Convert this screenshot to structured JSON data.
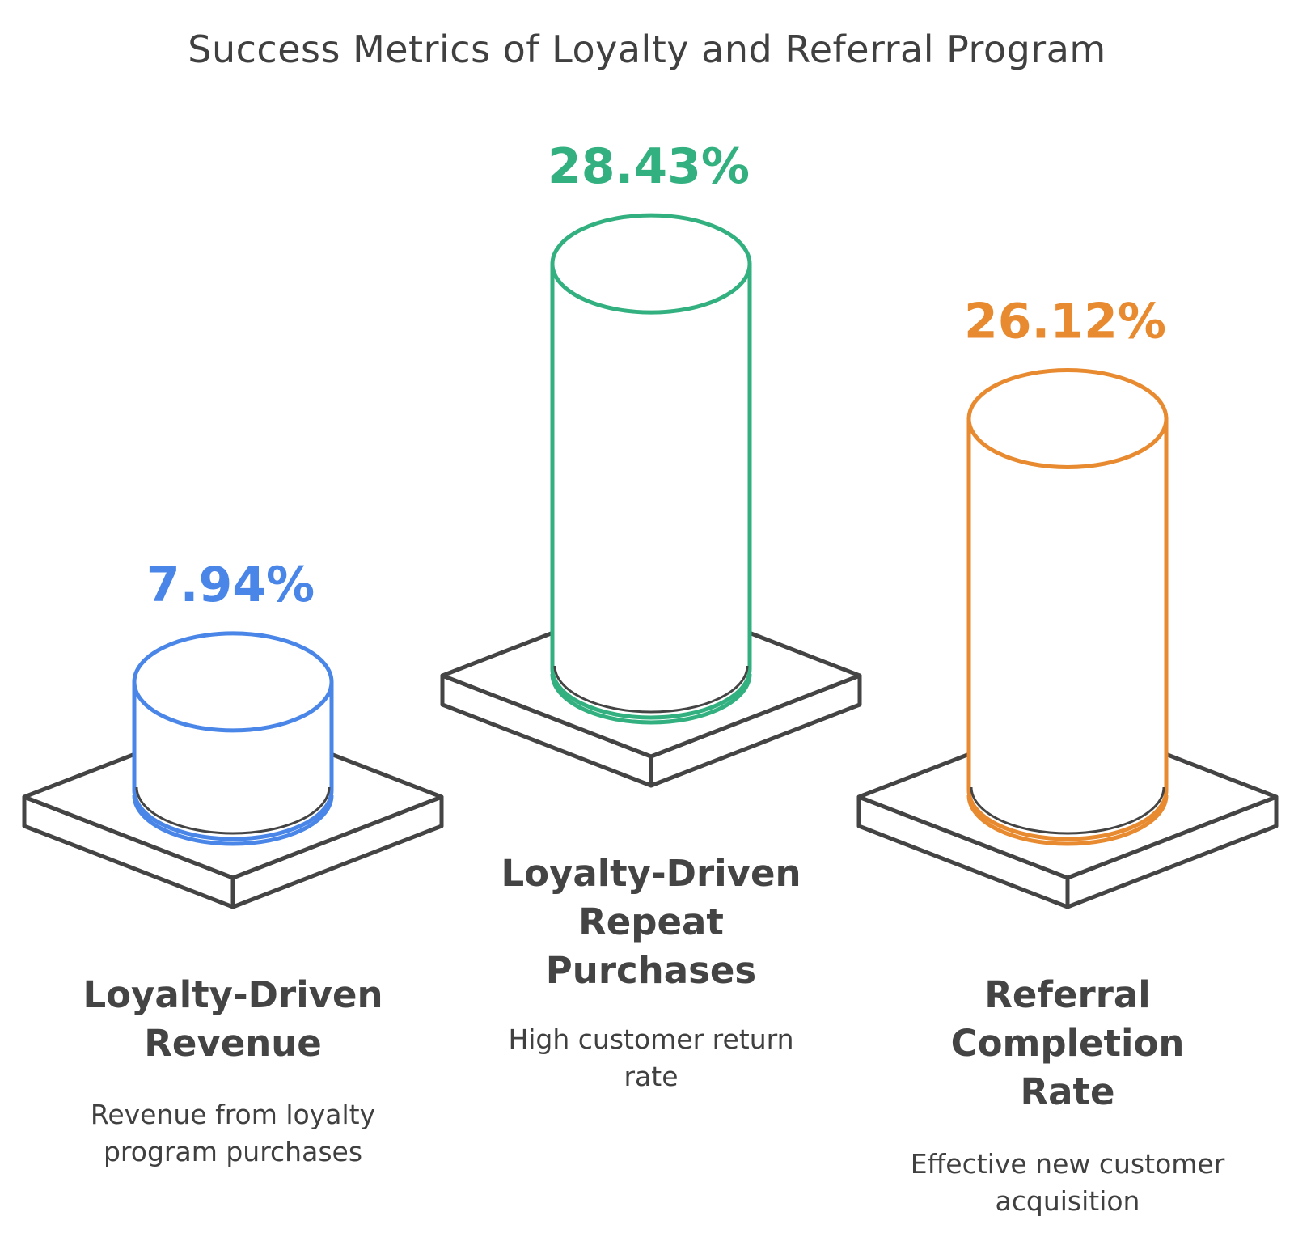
{
  "chart_data": {
    "type": "bar",
    "title": "Success Metrics of Loyalty and Referral Program",
    "categories": [
      "Loyalty-Driven Revenue",
      "Loyalty-Driven Repeat Purchases",
      "Referral Completion Rate"
    ],
    "values": [
      7.94,
      28.43,
      26.12
    ],
    "value_labels": [
      "7.94%",
      "28.43%",
      "26.12%"
    ],
    "descriptions": [
      "Revenue from loyalty program purchases",
      "High customer return rate",
      "Effective new customer acquisition"
    ],
    "colors": [
      "#4a86e8",
      "#33b07f",
      "#e88a30"
    ],
    "xlabel": "",
    "ylabel": "",
    "grid": false,
    "legend": "none"
  }
}
